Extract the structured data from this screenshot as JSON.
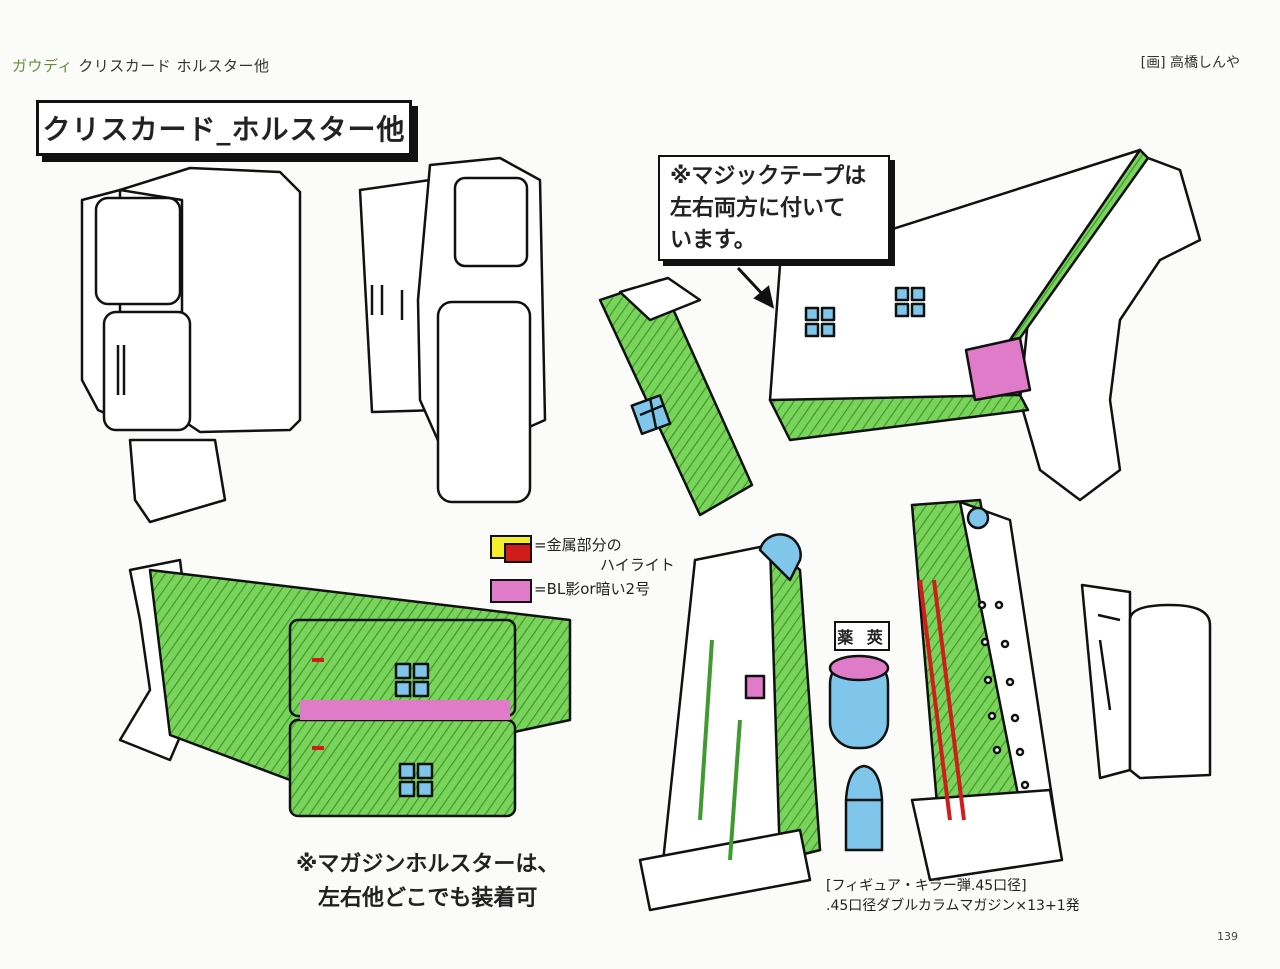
{
  "header": {
    "left_accent": "ガウディ",
    "left_text": " クリスカード ホルスター他",
    "right_text": "[画] 高橋しんや"
  },
  "title": "クリスカード_ホルスター他",
  "velcro_note": "※マジックテープは\n左右両方に付いて\nいます。",
  "legend": {
    "metal_label": "=金属部分の",
    "metal_label_2": "ハイライト",
    "shadow_label": "=BL影or暗い2号",
    "metal_colors": [
      "#f5ee2a",
      "#d21c1c"
    ],
    "shadow_color": "#e07bc9"
  },
  "casing_label": "薬 莢",
  "magazine_holster_note": "※マガジンホルスターは、\n左右他どこでも装着可",
  "caption": "[フィギュア・キラー弾.45口径]\n.45口径ダブルカラムマガジン×13+1発",
  "page_number": "139",
  "colors": {
    "green_fill": "#7ad35a",
    "green_hatch": "#3f9b2f",
    "blue_highlight": "#7fc6ea",
    "pink_shadow": "#e07bc9",
    "red_highlight": "#d21c1c",
    "line": "#111111"
  }
}
